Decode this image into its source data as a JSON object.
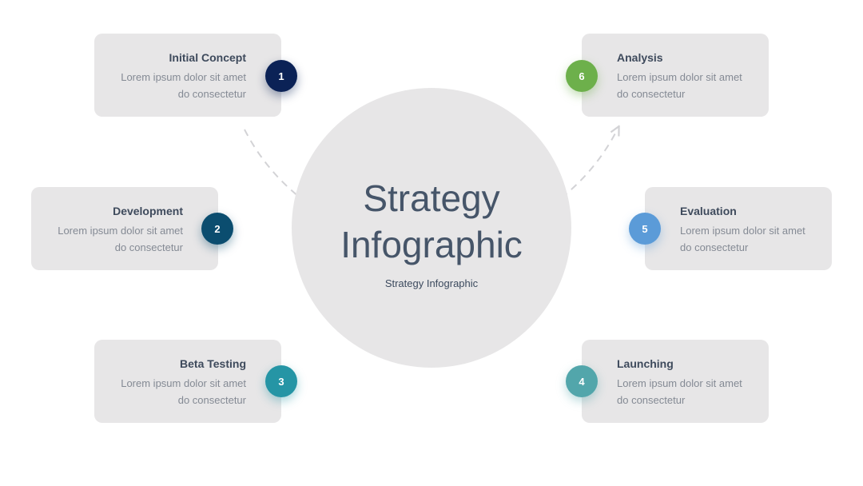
{
  "center": {
    "title_line1": "Strategy",
    "title_line2": "Infographic",
    "subtitle": "Strategy Infographic"
  },
  "steps": [
    {
      "number": "1",
      "title": "Initial Concept",
      "desc_line1": "Lorem ipsum dolor sit amet",
      "desc_line2": "do consectetur",
      "color": "#0b2256"
    },
    {
      "number": "2",
      "title": "Development",
      "desc_line1": "Lorem ipsum dolor sit amet",
      "desc_line2": "do consectetur",
      "color": "#0b4d6f"
    },
    {
      "number": "3",
      "title": "Beta Testing",
      "desc_line1": "Lorem ipsum dolor sit amet",
      "desc_line2": "do consectetur",
      "color": "#2595a5"
    },
    {
      "number": "4",
      "title": "Launching",
      "desc_line1": "Lorem ipsum dolor sit amet",
      "desc_line2": "do consectetur",
      "color": "#52a6ab"
    },
    {
      "number": "5",
      "title": "Evaluation",
      "desc_line1": "Lorem ipsum dolor sit amet",
      "desc_line2": "do consectetur",
      "color": "#5b9bd8"
    },
    {
      "number": "6",
      "title": "Analysis",
      "desc_line1": "Lorem ipsum dolor sit amet",
      "desc_line2": "do consectetur",
      "color": "#6db04b"
    }
  ]
}
